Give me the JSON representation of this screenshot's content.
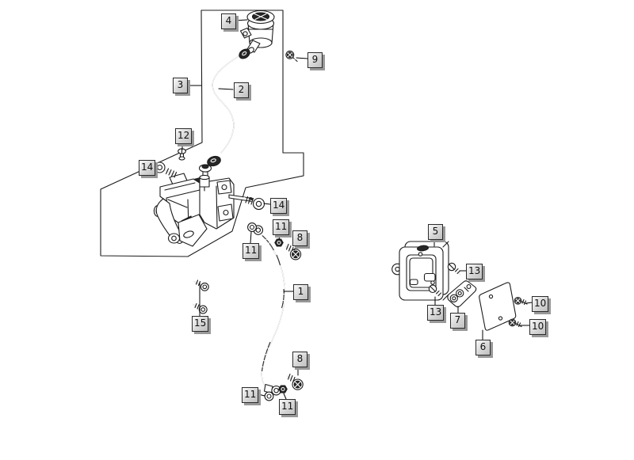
{
  "diagram": {
    "type": "exploded-parts-diagram",
    "colors": {
      "background": "#ffffff",
      "line": "#1c1c1c",
      "callout_fill": "#d6d6d6",
      "callout_shadow": "#989898",
      "callout_border": "#2b2b2b"
    },
    "callouts": {
      "c4": {
        "number": "4"
      },
      "c9": {
        "number": "9"
      },
      "c3": {
        "number": "3"
      },
      "c2": {
        "number": "2"
      },
      "c12": {
        "number": "12"
      },
      "c14_left": {
        "number": "14"
      },
      "c14_right": {
        "number": "14"
      },
      "c11_upper_a": {
        "number": "11"
      },
      "c11_upper_b": {
        "number": "11"
      },
      "c8_top": {
        "number": "8"
      },
      "c1": {
        "number": "1"
      },
      "c15": {
        "number": "15"
      },
      "c8_bottom": {
        "number": "8"
      },
      "c11_lower_a": {
        "number": "11"
      },
      "c11_lower_b": {
        "number": "11"
      },
      "c5": {
        "number": "5"
      },
      "c13_top": {
        "number": "13"
      },
      "c13_bottom": {
        "number": "13"
      },
      "c7": {
        "number": "7"
      },
      "c6": {
        "number": "6"
      },
      "c10_top": {
        "number": "10"
      },
      "c10_bottom": {
        "number": "10"
      }
    }
  }
}
